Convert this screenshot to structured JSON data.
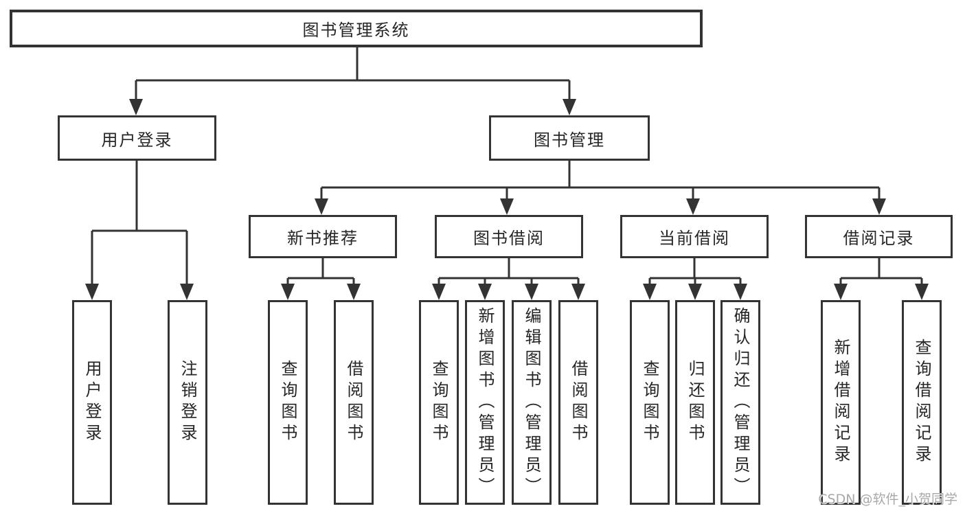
{
  "colors": {
    "line": "#333333",
    "text": "#262626",
    "background": "#ffffff",
    "watermark": "#a8a8a8"
  },
  "diagram": {
    "root": {
      "label": "图书管理系统"
    },
    "level2": [
      {
        "label": "用户登录",
        "children": [
          {
            "label": "用户登录"
          },
          {
            "label": "注销登录"
          }
        ]
      },
      {
        "label": "图书管理",
        "children": [
          {
            "label": "新书推荐",
            "children": [
              {
                "label": "查询图书"
              },
              {
                "label": "借阅图书"
              }
            ]
          },
          {
            "label": "图书借阅",
            "children": [
              {
                "label": "查询图书"
              },
              {
                "label": "新增图书（管理员）"
              },
              {
                "label": "编辑图书（管理员）"
              },
              {
                "label": "借阅图书"
              }
            ]
          },
          {
            "label": "当前借阅",
            "children": [
              {
                "label": "查询图书"
              },
              {
                "label": "归还图书"
              },
              {
                "label": "确认归还（管理员）"
              }
            ]
          },
          {
            "label": "借阅记录",
            "children": [
              {
                "label": "新增借阅记录"
              },
              {
                "label": "查询借阅记录"
              }
            ]
          }
        ]
      }
    ]
  },
  "watermark": {
    "text": "CSDN @软件_小贺同学"
  }
}
